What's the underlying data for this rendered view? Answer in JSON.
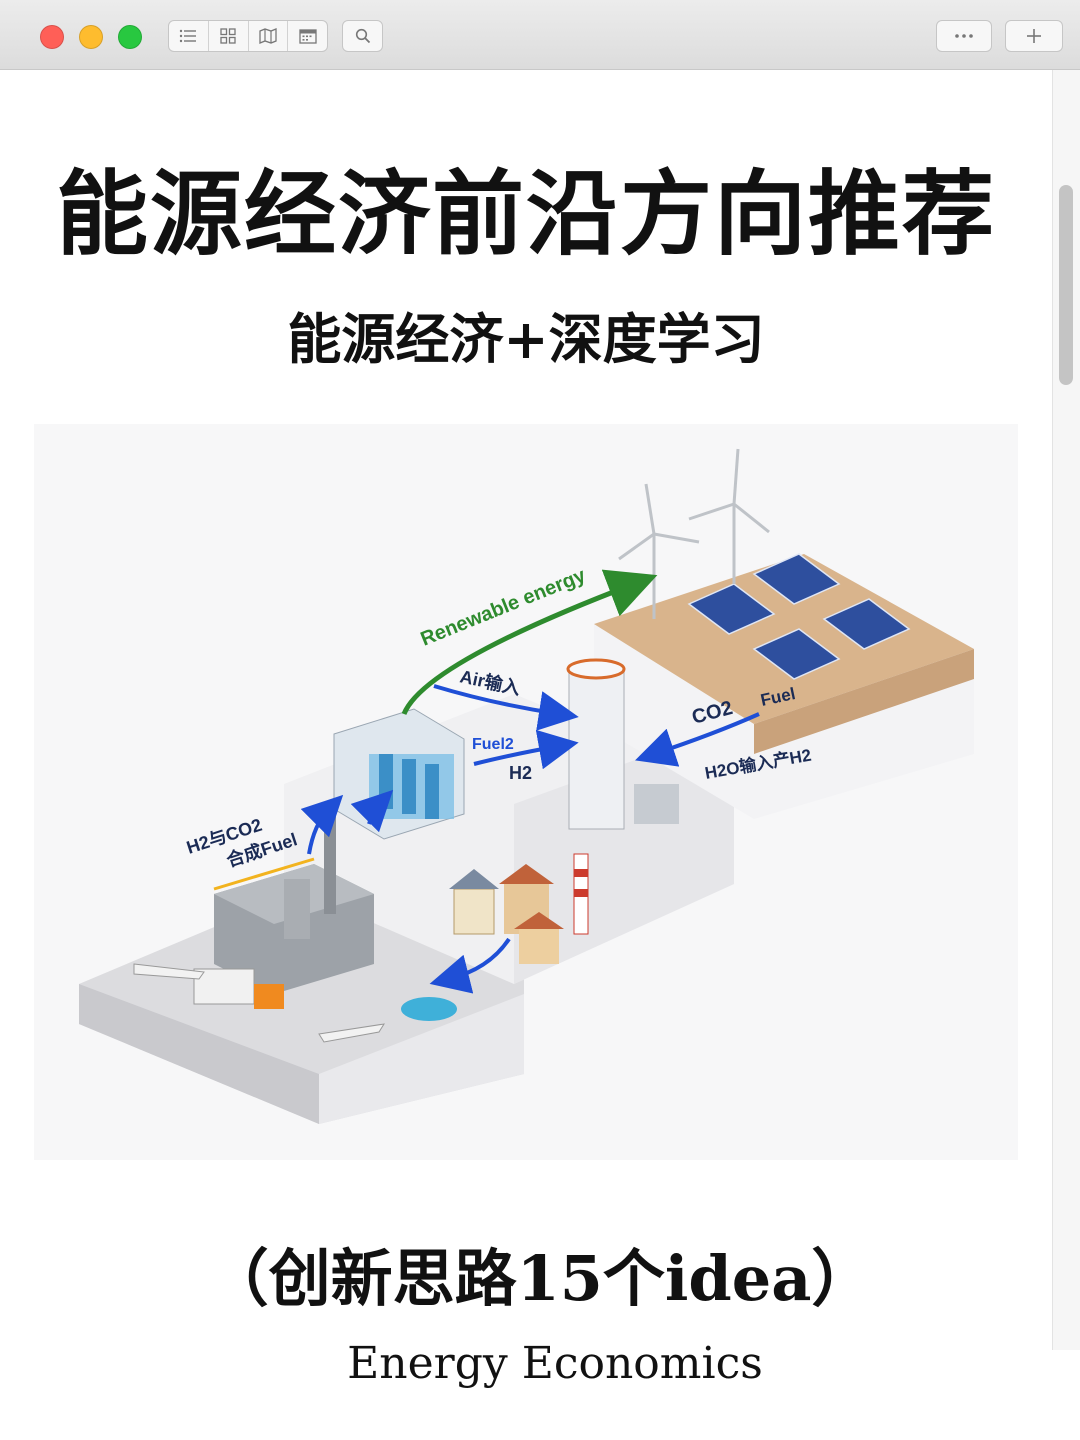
{
  "window": {
    "traffic_lights": {
      "close_color": "#ff5f57",
      "minimize_color": "#febc2e",
      "zoom_color": "#28c840"
    },
    "toolbar": {
      "view_buttons": [
        "list-icon",
        "grid-icon",
        "map-icon",
        "calendar-icon"
      ],
      "search_icon": "search-icon",
      "more_icon": "ellipsis-icon",
      "add_icon": "plus-icon"
    }
  },
  "page": {
    "title": "能源经济前沿方向推荐",
    "subtitle": "能源经济+深度学习",
    "caption": "（创新思路15个idea）",
    "footer": "Energy Economics"
  },
  "illustration": {
    "labels": {
      "renewable": "Renewable energy",
      "air_in": "Air输入",
      "fuel_cell": "Fuel2",
      "h2": "H2",
      "co2": "CO2",
      "fuel": "Fuel",
      "h2o_in": "H2O输入产H2",
      "h2_co2_line1": "H2与CO2",
      "h2_co2_line2": "合成Fuel"
    },
    "colors": {
      "green_arrow": "#2e8b2e",
      "blue_arrow": "#1f4fd6",
      "sand": "#d9b48c",
      "panel": "#2e4f9e"
    }
  }
}
